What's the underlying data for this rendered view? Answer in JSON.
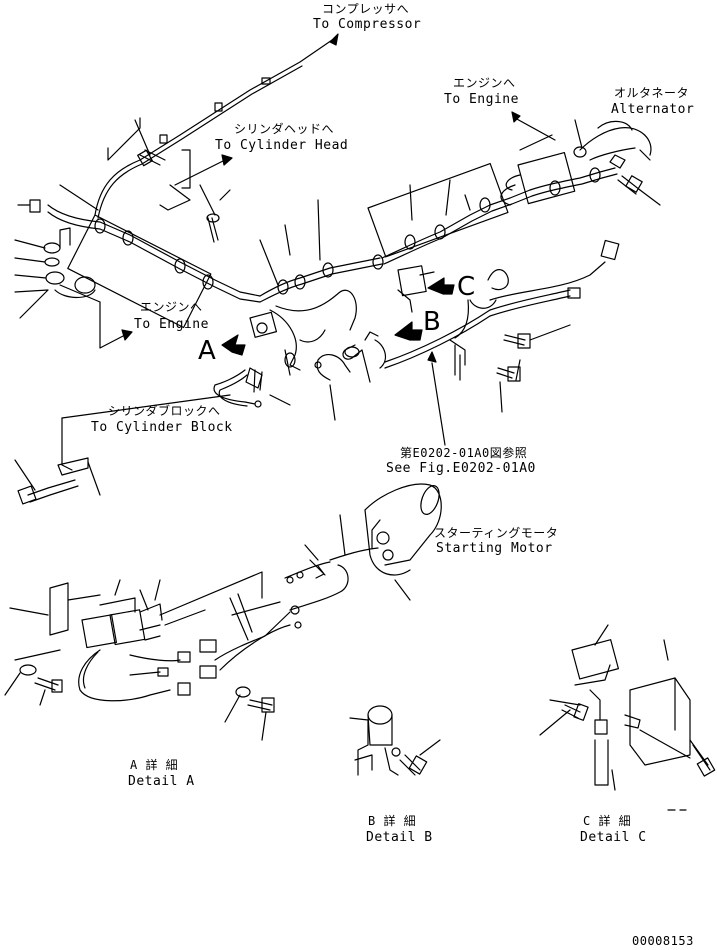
{
  "labels": {
    "compressor_jp": "コンプレッサへ",
    "compressor_en": "To Compressor",
    "cylinder_head_jp": "シリンダヘッドへ",
    "cylinder_head_en": "To Cylinder Head",
    "engine_top_jp": "エンジンへ",
    "engine_top_en": "To Engine",
    "alternator_jp": "オルタネータ",
    "alternator_en": "Alternator",
    "engine_left_jp": "エンジンへ",
    "engine_left_en": "To Engine",
    "cylinder_block_jp": "シリンダブロックへ",
    "cylinder_block_en": "To Cylinder Block",
    "see_fig_jp": "第E0202-01A0図参照",
    "see_fig_en": "See Fig.E0202-01A0",
    "starting_motor_jp": "スターティングモータ",
    "starting_motor_en": "Starting Motor",
    "detail_a_jp": "A 詳 細",
    "detail_a_en": "Detail A",
    "detail_b_jp": "B 詳 細",
    "detail_b_en": "Detail B",
    "detail_c_jp": "C 詳 細",
    "detail_c_en": "Detail C",
    "callout_a": "A",
    "callout_b": "B",
    "callout_c": "C",
    "drawing_number": "00008153"
  }
}
